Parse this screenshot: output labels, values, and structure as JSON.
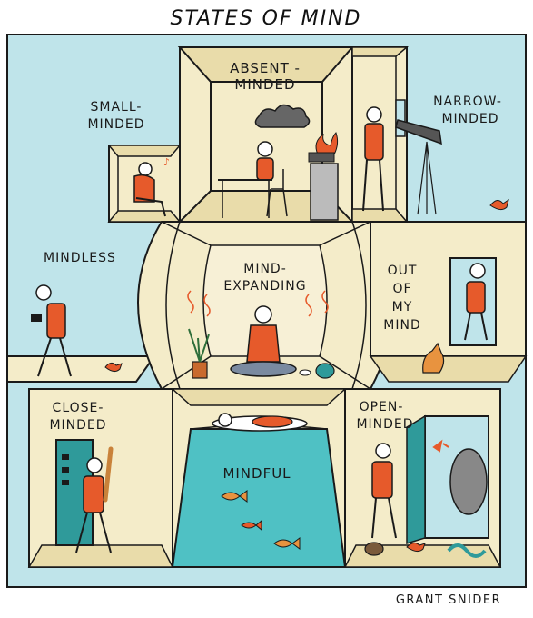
{
  "title": "STATES OF MIND",
  "signature": "GRANT SNIDER",
  "rooms": {
    "absent": [
      "ABSENT -",
      "MINDED"
    ],
    "small": [
      "SMALL-",
      "MINDED"
    ],
    "narrow": [
      "NARROW-",
      "MINDED"
    ],
    "mindless": [
      "MINDLESS"
    ],
    "expanding": [
      "MIND-",
      "EXPANDING"
    ],
    "out": [
      "OUT",
      "OF",
      "MY",
      "MIND"
    ],
    "close": [
      "CLOSE-",
      "MINDED"
    ],
    "mindful": [
      "MINDFUL"
    ],
    "open": [
      "OPEN-",
      "MINDED"
    ]
  },
  "colors": {
    "wall": "#f4ecc9",
    "floor": "#e9dcaa",
    "sky": "#bfe4ea",
    "water": "#4fc1c4",
    "accent": "#e65a2b",
    "ink": "#1a1a1a"
  }
}
